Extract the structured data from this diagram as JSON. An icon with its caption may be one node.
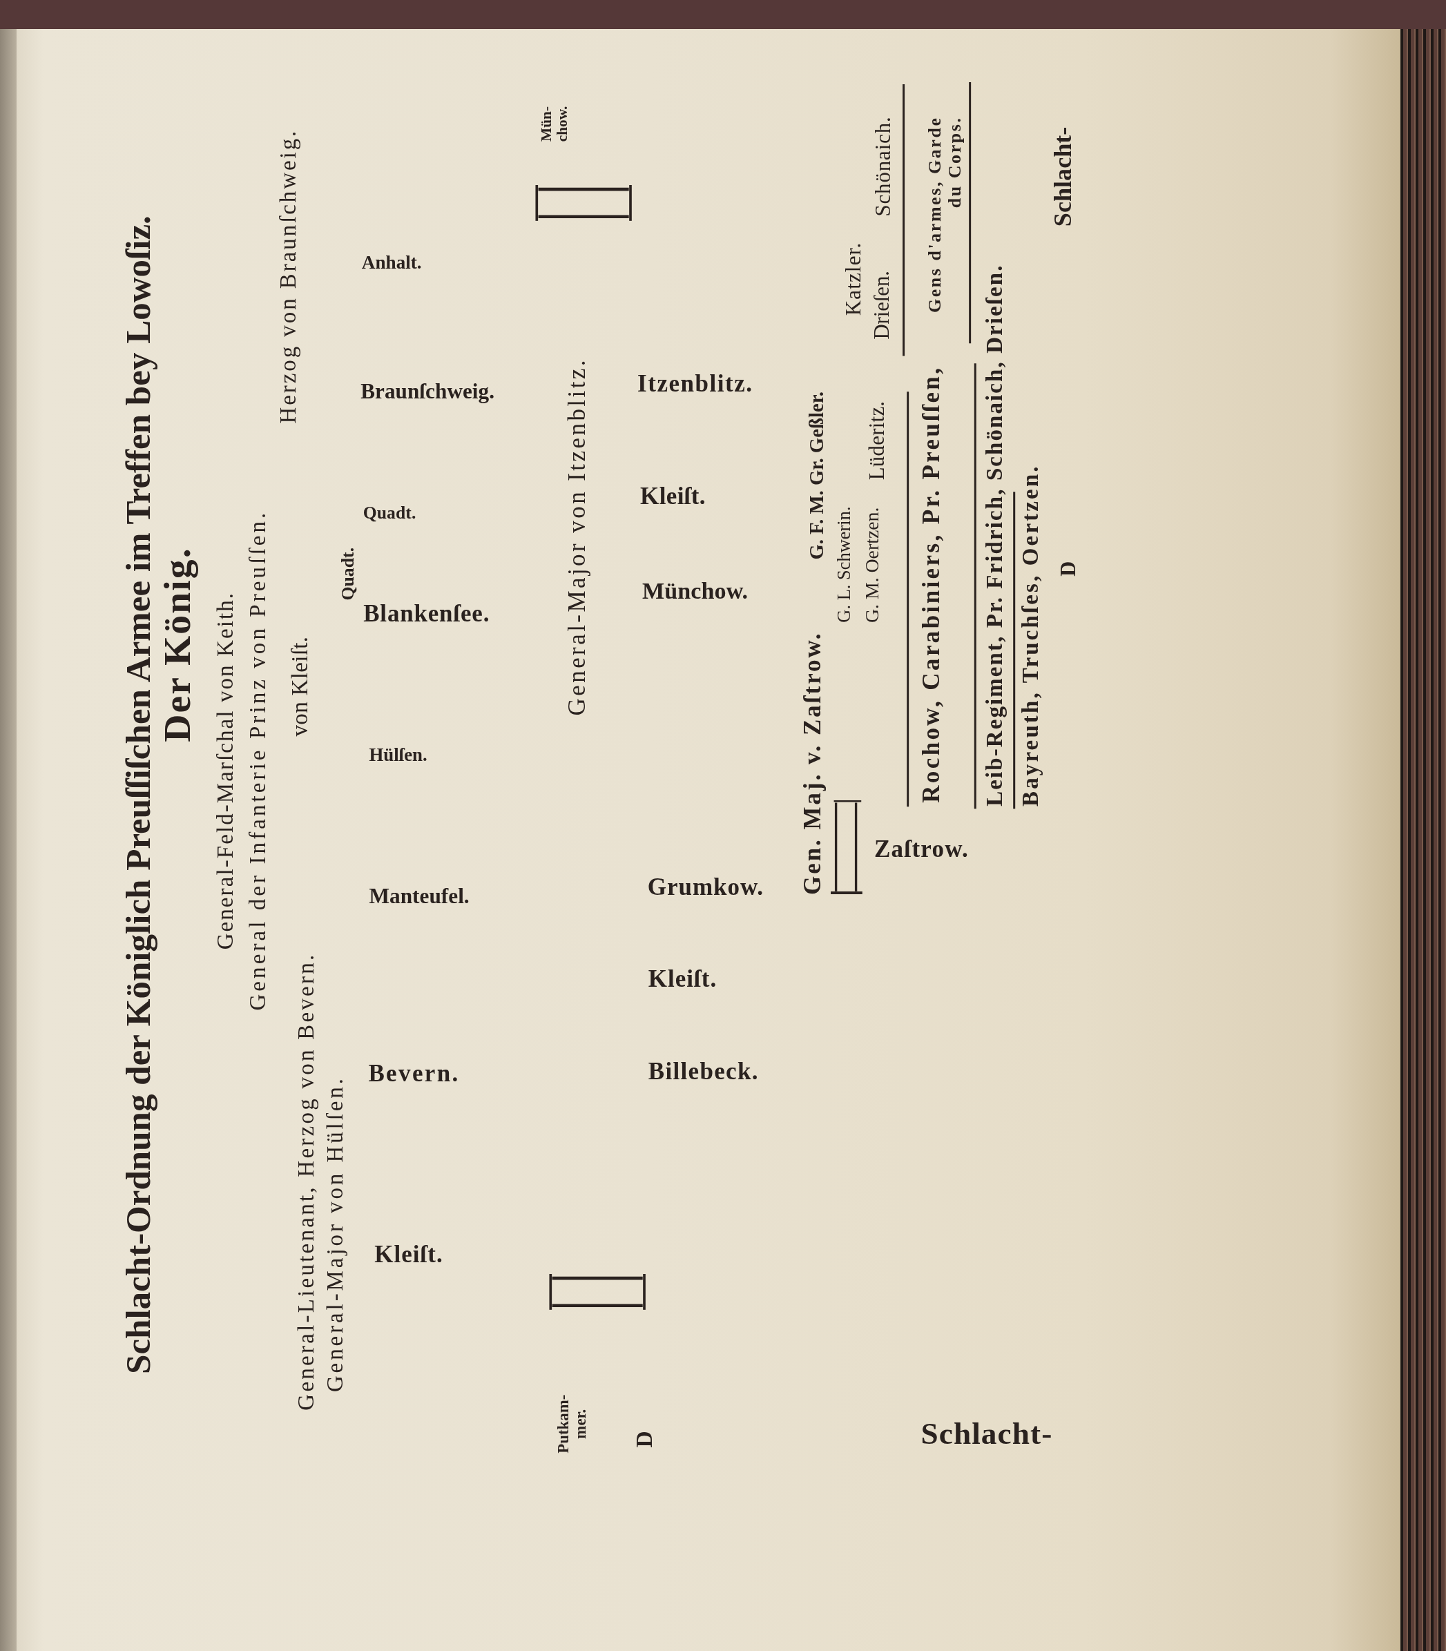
{
  "diagram": {
    "title": "Schlacht-Ordnung der Königlich Preuſſiſchen Armee im Treffen bey Lowoſiz.",
    "labels": [
      "Der König.",
      "General-Feld-Marſchal von Keith.",
      "General der Infanterie Prinz von Preuſſen.",
      "General-Lieutenant, Herzog von Bevern.",
      "von Kleiſt.",
      "Herzog von Braunſchweig.",
      "General-Major von Hülſen.",
      "Quadt.",
      "Kleiſt.",
      "Bevern.",
      "Manteufel.",
      "Hülſen.",
      "Blankenſee.",
      "Quadt.",
      "Braunſchweig.",
      "Anhalt.",
      "Putkam- mer.",
      "General-Major von Itzenblitz.",
      "Mün- chow.",
      "D",
      "Billebeck.",
      "Kleiſt.",
      "Grumkow.",
      "Münchow.",
      "Kleiſt.",
      "Itzenblitz.",
      "Gen. Maj. v. Zaſtrow.",
      "G. F. M. Gr. Geßler.",
      "Katzler.",
      "G. L. Schwerin.",
      "Zaſtrow.",
      "G. M. Oertzen.",
      "Lüderitz.",
      "Drieſen.",
      "Schönaich.",
      "Rochow, Carabiniers, Pr. Preuſſen,",
      "Gens d'armes, Garde du Corps.",
      "Leib-Regiment, Pr. Fridrich, Schönaich, Drieſen.",
      "Bayreuth, Truchſes, Oertzen.",
      "D",
      "Schlacht-",
      "Schlacht-"
    ]
  }
}
